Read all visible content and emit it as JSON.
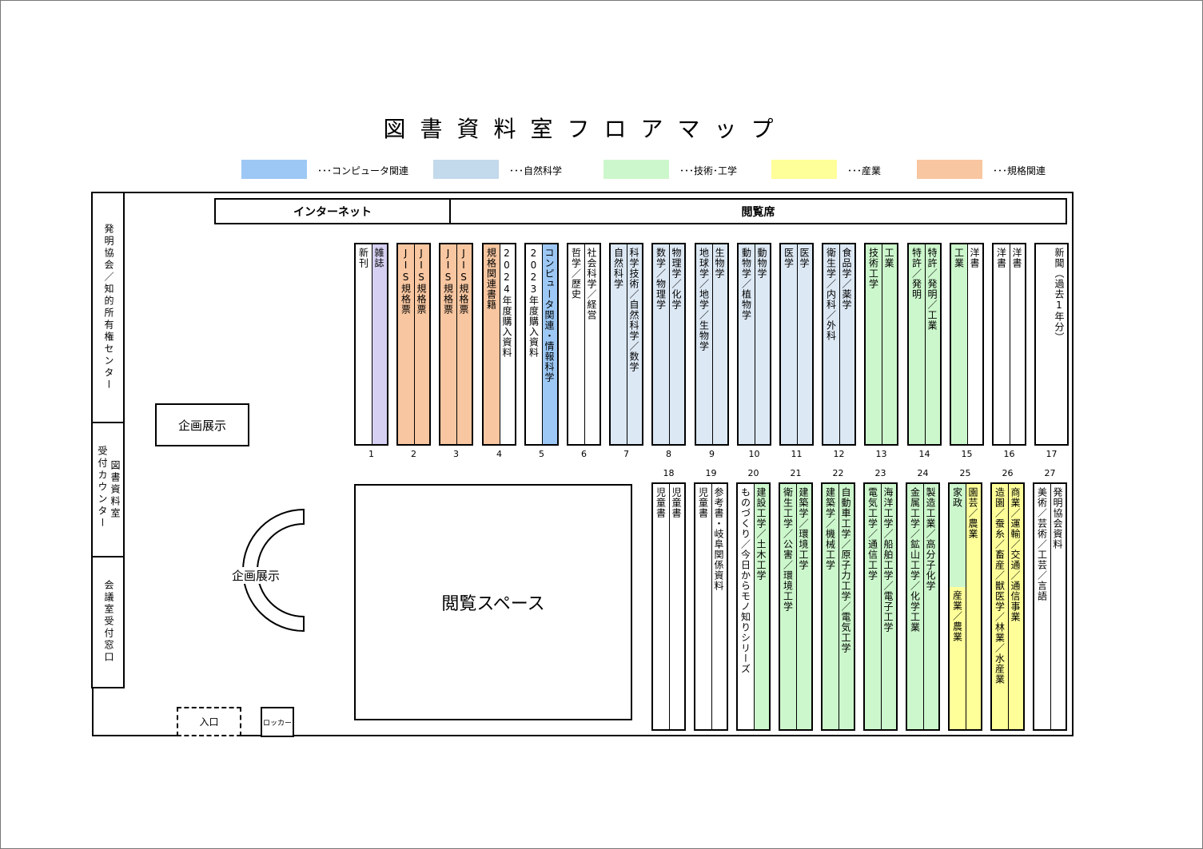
{
  "title": "図書資料室フロアマップ",
  "legend": [
    {
      "label": "･･･コンピュータ関連",
      "color": "#9DC8F5"
    },
    {
      "label": "･･･自然科学",
      "color": "#C3D9EC"
    },
    {
      "label": "･･･技術･工学",
      "color": "#CCF7CC"
    },
    {
      "label": "･･･産業",
      "color": "#FFFF99"
    },
    {
      "label": "･･･規格関連",
      "color": "#F8C6A0"
    }
  ],
  "bars": {
    "internet": "インターネット",
    "reading_seats": "閲覧席"
  },
  "left_panel": {
    "center": "発明協会／知的所有権センター",
    "counter_a": "受付カウンター",
    "counter_b": "図書資料室",
    "meeting": "会議室受付窓口"
  },
  "exhibit_top": "企画展示",
  "exhibit_arc": "企画展示",
  "reading_space": "閲覧スペース",
  "entrance": "入口",
  "locker": "ロッカー",
  "top_shelves": [
    {
      "num": "1",
      "l": {
        "text": "新刊",
        "color": "#FFFFFF"
      },
      "r": {
        "text": "雑誌",
        "color": "#D6D0F2"
      }
    },
    {
      "num": "2",
      "l": {
        "text": "JIS規格票",
        "color": "#F8C6A0"
      },
      "r": {
        "text": "JIS規格票",
        "color": "#F8C6A0"
      }
    },
    {
      "num": "3",
      "l": {
        "text": "JIS規格票",
        "color": "#F8C6A0"
      },
      "r": {
        "text": "JIS規格票",
        "color": "#F8C6A0"
      }
    },
    {
      "num": "4",
      "l": {
        "text": "規格関連書籍",
        "color": "#F8C6A0"
      },
      "r": {
        "text": "2024年度購入資料",
        "color": "#FFFFFF"
      }
    },
    {
      "num": "5",
      "l": {
        "text": "2023年度購入資料",
        "color": "#FFFFFF"
      },
      "r": {
        "text": "コンピュータ関連・情報科学",
        "color": "#9DC8F5"
      }
    },
    {
      "num": "6",
      "l": {
        "text": "哲学／歴史",
        "color": "#FFFFFF"
      },
      "r": {
        "text": "社会科学／経営",
        "color": "#FFFFFF"
      }
    },
    {
      "num": "7",
      "l": {
        "text": "自然科学",
        "color": "#DCE8F4"
      },
      "r": {
        "text": "科学技術／自然科学／数学",
        "color": "#DCE8F4"
      }
    },
    {
      "num": "8",
      "l": {
        "text": "数学／物理学",
        "color": "#DCE8F4"
      },
      "r": {
        "text": "物理学／化学",
        "color": "#DCE8F4"
      }
    },
    {
      "num": "9",
      "l": {
        "text": "地球学／地学／生物学",
        "color": "#DCE8F4"
      },
      "r": {
        "text": "生物学",
        "color": "#DCE8F4"
      }
    },
    {
      "num": "10",
      "l": {
        "text": "動物学／植物学",
        "color": "#DCE8F4"
      },
      "r": {
        "text": "動物学",
        "color": "#DCE8F4"
      }
    },
    {
      "num": "11",
      "l": {
        "text": "医学",
        "color": "#DCE8F4"
      },
      "r": {
        "text": "医学",
        "color": "#DCE8F4"
      }
    },
    {
      "num": "12",
      "l": {
        "text": "衛生学／内科／外科",
        "color": "#DCE8F4"
      },
      "r": {
        "text": "食品学／薬学",
        "color": "#DCE8F4"
      }
    },
    {
      "num": "13",
      "l": {
        "text": "技術工学",
        "color": "#CCF7CC"
      },
      "r": {
        "text": "工業",
        "color": "#CCF7CC"
      }
    },
    {
      "num": "14",
      "l": {
        "text": "特許／発明",
        "color": "#CCF7CC"
      },
      "r": {
        "text": "特許／発明／工業",
        "color": "#CCF7CC"
      }
    },
    {
      "num": "15",
      "l": {
        "text": "工業",
        "color": "#CCF7CC"
      },
      "r": {
        "text": "洋書",
        "color": "#FFFFFF"
      }
    },
    {
      "num": "16",
      "l": {
        "text": "洋書",
        "color": "#FFFFFF"
      },
      "r": {
        "text": "洋書",
        "color": "#FFFFFF"
      }
    },
    {
      "num": "17",
      "full": {
        "text": "新聞（過去1年分）",
        "color": "#FFFFFF"
      }
    }
  ],
  "bottom_shelves": [
    {
      "num": "18",
      "l": {
        "text": "児童書",
        "color": "#FFFFFF"
      },
      "r": {
        "text": "児童書",
        "color": "#FFFFFF"
      }
    },
    {
      "num": "19",
      "l": {
        "text": "児童書",
        "color": "#FFFFFF"
      },
      "r": {
        "text": "参考書・岐阜関係資料",
        "color": "#FFFFFF"
      }
    },
    {
      "num": "20",
      "l": {
        "text": "ものづくり／今日からモノ知りシリーズ",
        "color": "#FFFFFF"
      },
      "r": {
        "text": "建設工学／土木工学",
        "color": "#CCF7CC"
      }
    },
    {
      "num": "21",
      "l": {
        "text": "衛生工学／公害／環境工学",
        "color": "#CCF7CC"
      },
      "r": {
        "text": "建築学／環境工学",
        "color": "#CCF7CC"
      }
    },
    {
      "num": "22",
      "l": {
        "text": "建築学／機械工学",
        "color": "#CCF7CC"
      },
      "r": {
        "text": "自動車工学／原子力工学／電気工学",
        "color": "#CCF7CC"
      }
    },
    {
      "num": "23",
      "l": {
        "text": "電気工学／通信工学",
        "color": "#CCF7CC"
      },
      "r": {
        "text": "海洋工学／船舶工学／電子工学",
        "color": "#CCF7CC"
      }
    },
    {
      "num": "24",
      "l": {
        "text": "金属工学／鉱山工学／化学工業",
        "color": "#CCF7CC"
      },
      "r": {
        "text": "製造工業／高分子化学",
        "color": "#CCF7CC"
      }
    },
    {
      "num": "25",
      "l": {
        "text": "家政",
        "color": "#CCF7CC",
        "text2": "産業／農業",
        "color2": "#FFFF99"
      },
      "r": {
        "text": "園芸／農業",
        "color": "#FFFF99"
      }
    },
    {
      "num": "26",
      "l": {
        "text": "造園／蚕糸／畜産／獣医学／林業／水産業",
        "color": "#FFFF99"
      },
      "r": {
        "text": "商業／運輸／交通／通信事業",
        "color": "#FFFF99"
      }
    },
    {
      "num": "27",
      "l": {
        "text": "美術／芸術／工芸／言語",
        "color": "#FFFFFF"
      },
      "r": {
        "text": "発明協会資料",
        "color": "#FFFFFF"
      }
    }
  ]
}
